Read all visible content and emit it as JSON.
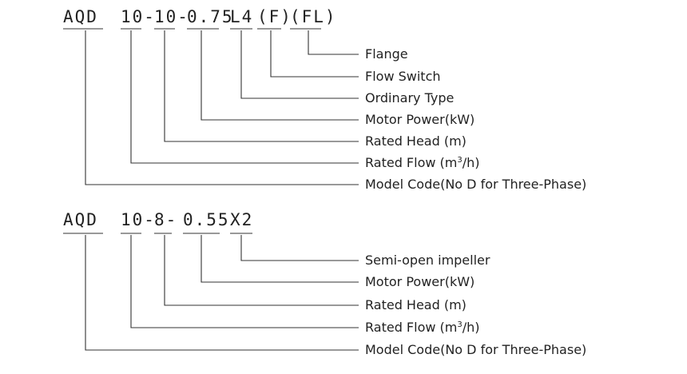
{
  "diagrams": [
    {
      "segments": [
        "AQD",
        "10-",
        "10-",
        "0.75",
        "L4",
        "(F)",
        "(FL)"
      ],
      "labels": [
        {
          "pre": "Flange",
          "sup": "",
          "post": ""
        },
        {
          "pre": "Flow Switch",
          "sup": "",
          "post": ""
        },
        {
          "pre": "Ordinary Type",
          "sup": "",
          "post": ""
        },
        {
          "pre": "Motor Power(kW)",
          "sup": "",
          "post": ""
        },
        {
          "pre": "Rated Head (m)",
          "sup": "",
          "post": ""
        },
        {
          "pre": "Rated Flow (m",
          "sup": "3",
          "post": "/h)"
        },
        {
          "pre": "Model Code(No D for Three-Phase)",
          "sup": "",
          "post": ""
        }
      ]
    },
    {
      "segments": [
        "AQD",
        "10-",
        "8-",
        "0.55",
        "X2"
      ],
      "labels": [
        {
          "pre": "Semi-open impeller",
          "sup": "",
          "post": ""
        },
        {
          "pre": "Motor Power(kW)",
          "sup": "",
          "post": ""
        },
        {
          "pre": "Rated Head (m)",
          "sup": "",
          "post": ""
        },
        {
          "pre": "Rated Flow (m",
          "sup": "3",
          "post": "/h)"
        },
        {
          "pre": "Model Code(No D for Three-Phase)",
          "sup": "",
          "post": ""
        }
      ]
    }
  ]
}
